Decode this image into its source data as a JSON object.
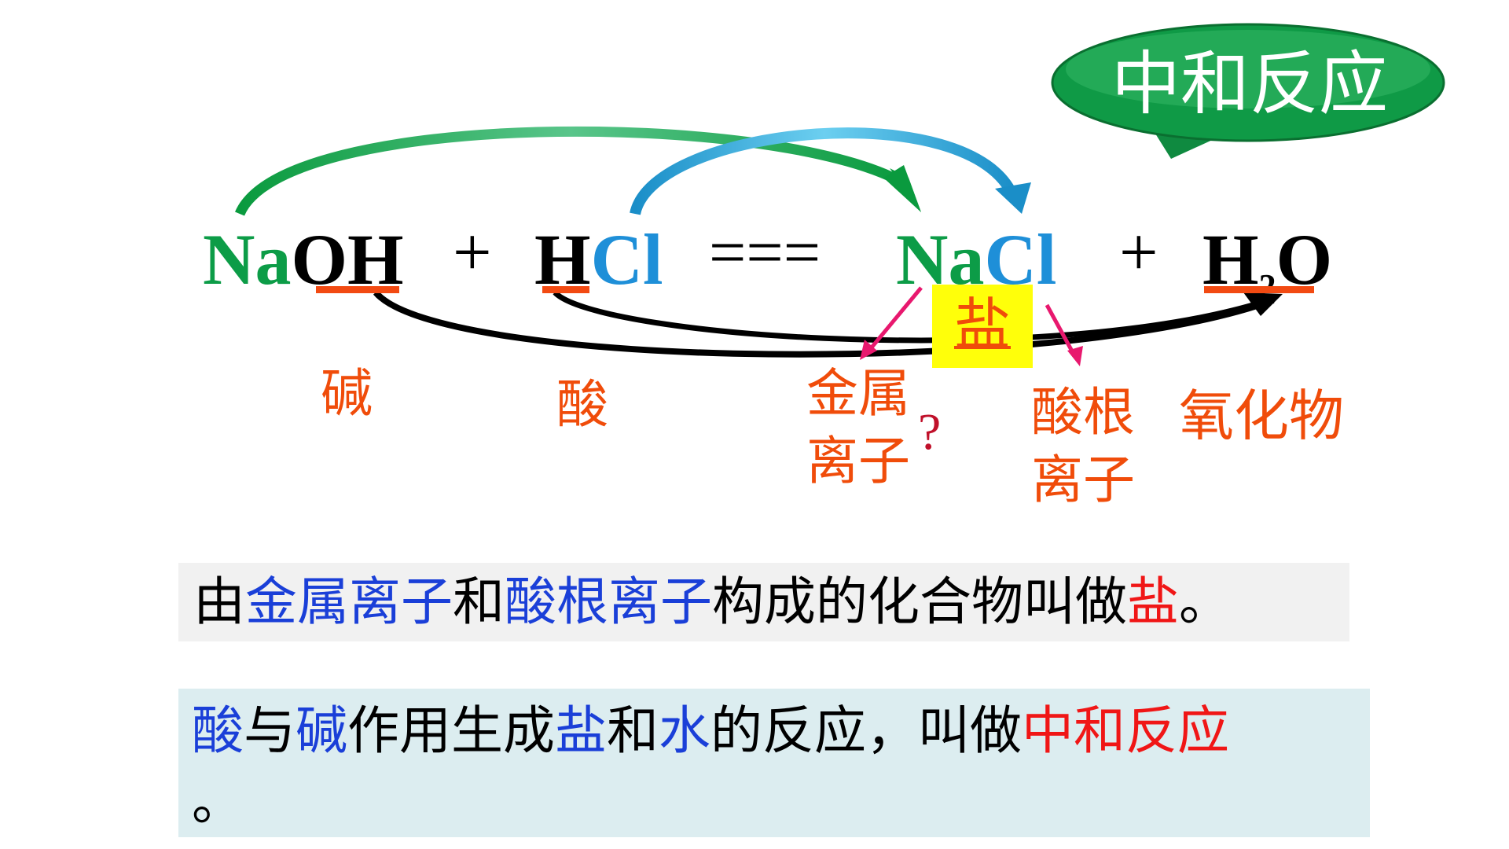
{
  "title": "中和反应",
  "equation": {
    "naoh_na": "Na",
    "naoh_oh": "OH",
    "plus1": "+",
    "hcl_h": "H",
    "hcl_cl": "Cl",
    "equals": "===",
    "nacl_na": "Na",
    "nacl_cl": "Cl",
    "plus2": "+",
    "h2o_h": "H",
    "h2o_sub": "2",
    "h2o_o": "O"
  },
  "labels": {
    "base": "碱",
    "acid": "酸",
    "salt": "盐",
    "metal_ion_line1": "金属",
    "metal_ion_line2": "离子",
    "question": "?",
    "acid_radical_line1": "酸根",
    "acid_radical_line2": "离子",
    "oxide": "氧化物"
  },
  "definition_salt": {
    "p1": "由",
    "p2": "金属离子",
    "p3": "和",
    "p4": "酸根离子",
    "p5": "构成的化合物叫做",
    "p6": "盐",
    "p7": "。"
  },
  "definition_neutralization": {
    "p1": "酸",
    "p2": "与",
    "p3": "碱",
    "p4": "作用生成",
    "p5": "盐",
    "p6": "和",
    "p7": "水",
    "p8": "的反应，叫做",
    "p9": "中和反应",
    "p10": "。"
  },
  "colors": {
    "bubble": "#0f9a46",
    "green": "#0c9c47",
    "blue": "#1e8fd8",
    "label_orange": "#f04c0a",
    "arrow_pink": "#e8186e",
    "highlight_yellow": "#ffff0a"
  }
}
